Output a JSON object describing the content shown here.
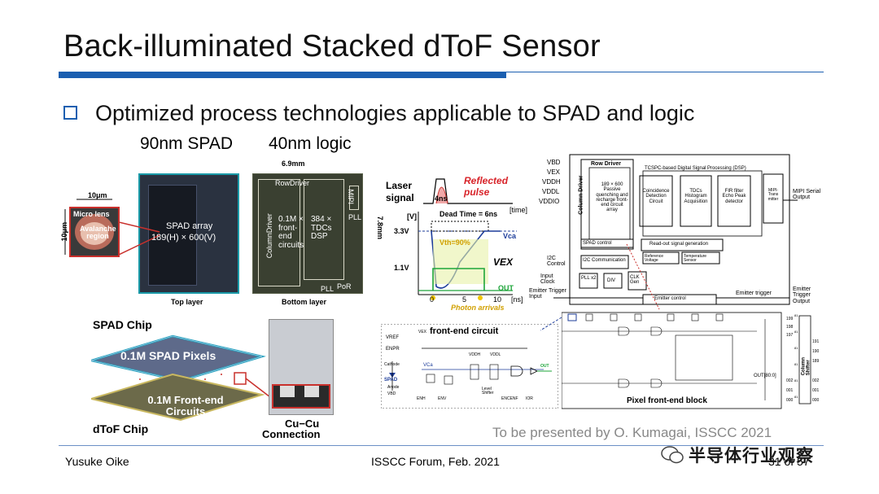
{
  "slide": {
    "title": "Back-illuminated Stacked dToF Sensor",
    "bullet": "Optimized process technologies applicable to SPAD and logic",
    "sub_left": "90nm SPAD",
    "sub_right": "40nm logic",
    "presented_by": "To be presented by O. Kumagai, ISSCC 2021",
    "footer": {
      "author": "Yusuke Oike",
      "event": "ISSCC Forum, Feb. 2021",
      "page": "31 of 57"
    },
    "watermark": "半导体行业观察"
  },
  "die_photos": {
    "scale_left": "10μm",
    "scale_left_v": "10μm",
    "micro_lens": "Micro lens",
    "avalanche": "Avalanche region",
    "spad_array": "SPAD array",
    "spad_dims": "189(H) × 600(V)",
    "top_layer": "Top layer",
    "bottom_layer": "Bottom layer",
    "width_dim": "6.9mm",
    "height_dim": "7.8mm",
    "row_driver": "RowDriver",
    "column_driver": "ColumnDriver",
    "frontend": "0.1M × front-end circuits",
    "tdc": "384 × TDCs DSP",
    "mipi": "MIPI",
    "pll": "PLL",
    "por": "PoR"
  },
  "stack": {
    "spad_chip": "SPAD Chip",
    "spad_pixels": "0.1M SPAD Pixels",
    "frontend": "0.1M Front-end Circuits",
    "dtof_chip": "dToF Chip",
    "cucu_1": "Cu−Cu",
    "cucu_2": "Connection"
  },
  "timing": {
    "laser": "Laser",
    "signal": "signal",
    "reflected_1": "Reflected",
    "reflected_2": "pulse",
    "width_4ns": "4ns",
    "time_unit": "[time]",
    "v_unit": "[V]",
    "dead_time": "Dead Time = 6ns",
    "v33": "3.3V",
    "v11": "1.1V",
    "vca": "Vca",
    "vth": "Vth=90%",
    "vex": "VEX",
    "out": "OUT",
    "t0": "0",
    "t5": "5",
    "t10": "10",
    "ns": "[ns]",
    "photon": "Photon arrivals"
  },
  "block": {
    "vbd": "VBD",
    "vex": "VEX",
    "vddh": "VDDH",
    "vddl": "VDDL",
    "vddio": "VDDIO",
    "row_driver": "Row Driver",
    "column_driver": "Column Driver",
    "array": "189 × 600 Passive quenching and recharge front-end circuit array",
    "dsp_title": "TCSPC-based Digital Signal Processing (DSP)",
    "coincidence": "Coincidence Detection Circuit",
    "tdcs": "TDCs Histogram Acquisition",
    "fir": "FIR filter Echo Peak detector",
    "mipi_tx": "MIPI-Trans mitter",
    "mipi_out": "MIPI Serial Output",
    "spad_control": "SPAD control",
    "readout": "Read-out signal generation",
    "ref_v": "Reference Voltage",
    "temp": "Temperature Sensor",
    "i2c": "I2C Control",
    "i2c_comm": "I2C Communication",
    "input_clock": "Input Clock",
    "pll": "PLL x2",
    "div": "DIV",
    "clk": "CLK Gen",
    "emitter_trigger_in": "Emitter Trigger Input",
    "emitter_control": "Emitter control",
    "emitter_trigger": "Emitter trigger",
    "emitter_trigger_out": "Emitter Trigger Output"
  },
  "frontend_circuit": {
    "title": "front-end circuit",
    "vref": "VREF",
    "enpr": "ENPR",
    "cathode": "Cathode",
    "spad": "SPAD",
    "anode": "Anode",
    "vbd": "VBD",
    "vca": "VCa",
    "vex": "VEX",
    "venh": "VDDH",
    "vddl": "VDDL",
    "enh": "ENH",
    "env": "ENV",
    "level_shifter": "Level Shifter",
    "encenf": "ENCENF",
    "ior": "IOR",
    "out": "OUT"
  },
  "pixel_block": {
    "title": "Pixel front-end block",
    "out": "OUT[80:0]",
    "col_shifter": "Column Shifter",
    "left_rows": [
      "199",
      "198",
      "197",
      "002",
      "001",
      "000"
    ],
    "right_rows": [
      "191",
      "190",
      "189",
      "002",
      "001",
      "000"
    ],
    "side": [
      "81",
      "81",
      "81",
      "81",
      "81",
      "81"
    ]
  }
}
